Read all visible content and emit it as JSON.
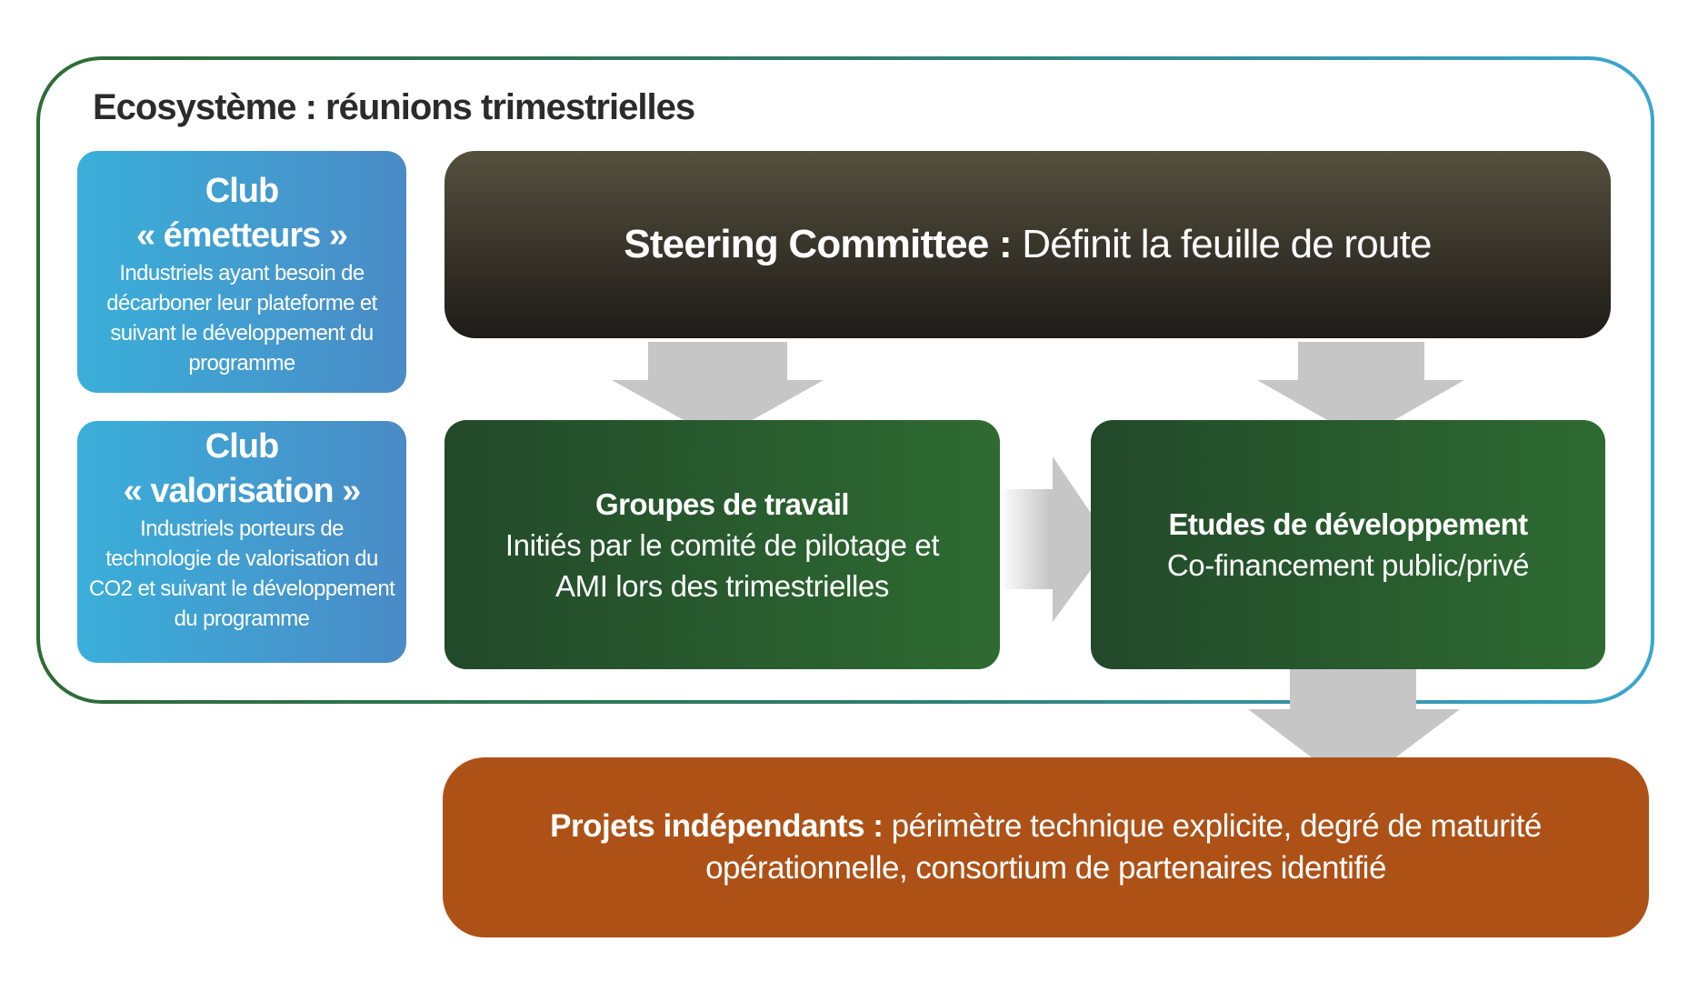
{
  "ecosystem": {
    "title": "Ecosystème : réunions trimestrielles"
  },
  "clubs": [
    {
      "title_line1": "Club",
      "title_line2": "« émetteurs »",
      "description": "Industriels ayant besoin de décarboner leur plateforme et suivant le développement du programme"
    },
    {
      "title_line1": "Club",
      "title_line2": "« valorisation »",
      "description": "Industriels porteurs de technologie de valorisation du CO2 et suivant le développement du programme"
    }
  ],
  "steering": {
    "bold": "Steering Committee :",
    "text": "Définit la feuille de route"
  },
  "groupes": {
    "title": "Groupes de travail",
    "line1": "Initiés par le comité de pilotage et",
    "line2": "AMI lors des trimestrielles"
  },
  "etudes": {
    "title": "Etudes de développement",
    "line1": "Co-financement public/privé"
  },
  "projets": {
    "bold": "Projets indépendants :",
    "line1": "périmètre technique explicite, degré de maturité",
    "line2": "opérationnelle, consortium de partenaires identifié"
  },
  "colors": {
    "club_blue_left": "#3aafd9",
    "club_blue_right": "#4a8bc6",
    "steering_dark": "#1f1b18",
    "green": "#2e6b31",
    "orange": "#ad5117",
    "arrow_gray": "#c6c6c6"
  }
}
